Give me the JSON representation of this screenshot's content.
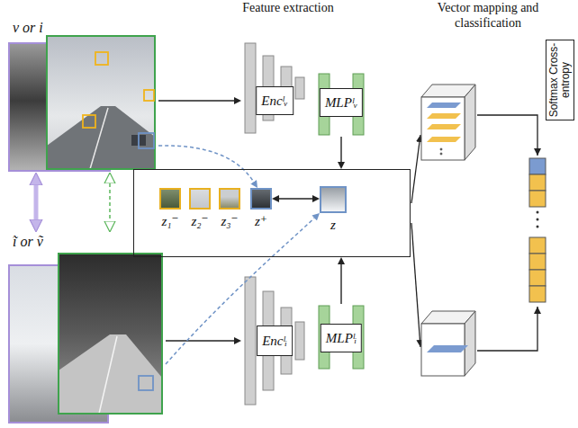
{
  "diagram": {
    "nodes": [
      {
        "text": [
          "v or i"
        ]
      },
      {
        "text": [
          "Encˡᵥ"
        ]
      },
      {
        "text": [
          "MLPˡᵥ"
        ]
      },
      {
        "text": []
      },
      {
        "text": [
          "z₁⁻"
        ],
        "in": 3
      },
      {
        "text": [
          "z₂⁻"
        ],
        "in": 3
      },
      {
        "text": [
          "z₃⁻"
        ],
        "in": 3
      },
      {
        "text": [
          "z⁺"
        ],
        "in": 3
      },
      {
        "text": [
          "z"
        ],
        "in": 3
      },
      {
        "text": [
          "ĩ or ṽ"
        ]
      },
      {
        "text": [
          "Encˡᵢ"
        ]
      },
      {
        "text": [
          "MLPˡᵢ"
        ]
      },
      {
        "text": [
          "Softmax Cross-entropy"
        ]
      }
    ],
    "edges": [
      {
        "from": 0,
        "to": 1,
        "arrow": "to"
      },
      {
        "from": 2,
        "to": 3,
        "arrow": "to"
      },
      {
        "from": 9,
        "to": 10,
        "arrow": "to"
      },
      {
        "from": 11,
        "to": 3,
        "arrow": "to"
      },
      {
        "from": 7,
        "to": 8,
        "arrow": "both"
      },
      {
        "from": 0,
        "to": 9,
        "arrow": "both"
      },
      {
        "from": 0,
        "to": 9,
        "arrow": "both"
      },
      {
        "from": 0,
        "to": 7,
        "arrow": "to"
      },
      {
        "from": 9,
        "to": 8,
        "arrow": "to"
      }
    ],
    "labels": [
      "Feature extraction",
      "Vector mapping and classification"
    ]
  }
}
